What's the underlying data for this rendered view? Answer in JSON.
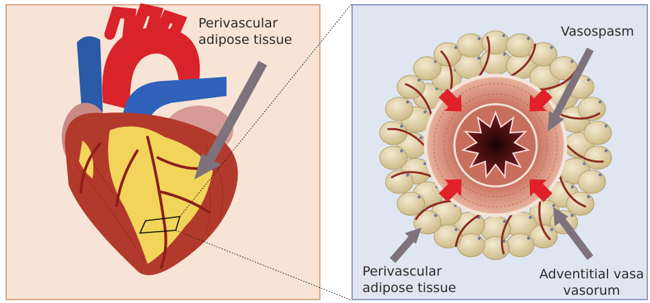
{
  "left_panel": {
    "label_line1": "Perivascular",
    "label_line2": "adipose tissue"
  },
  "right_panel": {
    "vasospasm_label": "Vasospasm",
    "pvat_line1": "Perivascular",
    "pvat_line2": "adipose tissue",
    "vasa_line1": "Adventitial vasa",
    "vasa_line2": "vasorum"
  },
  "colors": {
    "left_bg": "#f7e4d6",
    "right_bg": "#dfe6f1",
    "arrow": "#7e737c",
    "myocardium": "#b23a2c",
    "aorta": "#d8232a",
    "vena_cava": "#2a5aa8",
    "fat": "#f2d45a",
    "adipocyte": "#ddd0a6",
    "lumen": "#4a0f0f",
    "spasm_arrow": "#e0202a"
  }
}
